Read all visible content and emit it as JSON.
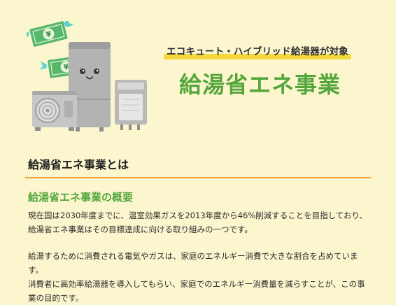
{
  "hero": {
    "subtitle": "エコキュート・ハイブリッド給湯器が対象",
    "title": "給湯省エネ事業"
  },
  "section": {
    "heading": "給湯省エネ事業とは",
    "subheading": "給湯省エネ事業の概要",
    "paragraphs": [
      "現在国は2030年度までに、温室効果ガスを2013年度から46%削減することを目指しており、給湯省エネ事業はその目標達成に向ける取り組みの一つです。",
      "給湯するために消費される電気やガスは、家庭のエネルギー消費で大きな割合を占めています。",
      "消費者に高効率給湯器を導入してもらい、家庭でのエネルギー消費量を減らすことが、この事業の目的です。"
    ]
  },
  "colors": {
    "background": "#fcf6cf",
    "green": "#54a63c",
    "orange_rule": "#f0a437",
    "marker_yellow": "#f4d93d"
  },
  "icons": {
    "money": "yen-banknote-icon",
    "appliances": "water-heater-icon"
  }
}
